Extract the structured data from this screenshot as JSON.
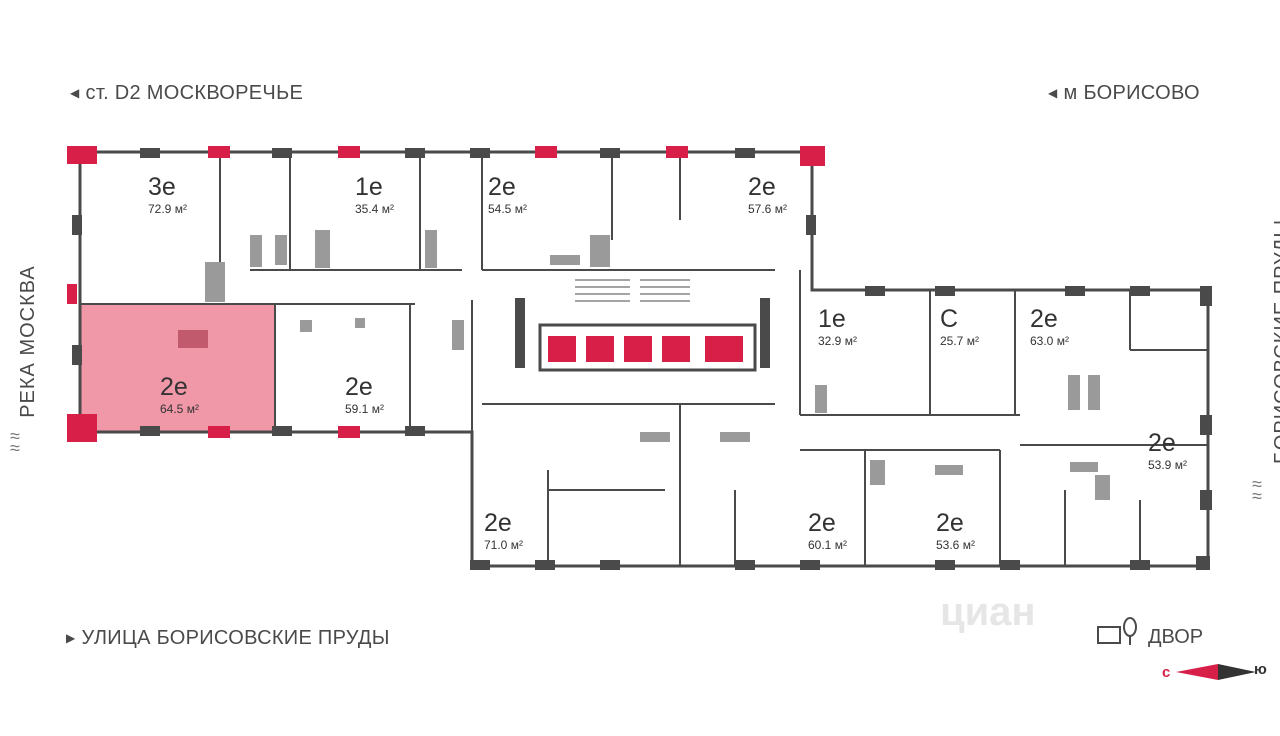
{
  "labels": {
    "station": "ст. D2 МОСКВОРЕЧЬЕ",
    "metro": "м БОРИСОВО",
    "street": "УЛИЦА БОРИСОВСКИЕ ПРУДЫ",
    "river": "РЕКА МОСКВА",
    "ponds": "БОРИСОВСКИЕ ПРУДЫ",
    "yard": "ДВОР",
    "watermark": "циан"
  },
  "compass": {
    "north": "с",
    "south": "ю"
  },
  "colors": {
    "accent": "#d71f48",
    "highlight": "#ee8c9f",
    "wall": "#4a4a4a",
    "fixture": "#9a9a9a"
  },
  "apartments": [
    {
      "type": "3е",
      "area": "72.9 м²",
      "highlighted": false
    },
    {
      "type": "1е",
      "area": "35.4 м²",
      "highlighted": false
    },
    {
      "type": "2е",
      "area": "54.5 м²",
      "highlighted": false
    },
    {
      "type": "2е",
      "area": "57.6 м²",
      "highlighted": false
    },
    {
      "type": "1е",
      "area": "32.9 м²",
      "highlighted": false
    },
    {
      "type": "С",
      "area": "25.7 м²",
      "highlighted": false
    },
    {
      "type": "2е",
      "area": "63.0 м²",
      "highlighted": false
    },
    {
      "type": "2е",
      "area": "64.5 м²",
      "highlighted": true
    },
    {
      "type": "2е",
      "area": "59.1 м²",
      "highlighted": false
    },
    {
      "type": "2е",
      "area": "53.9 м²",
      "highlighted": false
    },
    {
      "type": "2е",
      "area": "71.0 м²",
      "highlighted": false
    },
    {
      "type": "2е",
      "area": "60.1 м²",
      "highlighted": false
    },
    {
      "type": "2е",
      "area": "53.6 м²",
      "highlighted": false
    }
  ]
}
